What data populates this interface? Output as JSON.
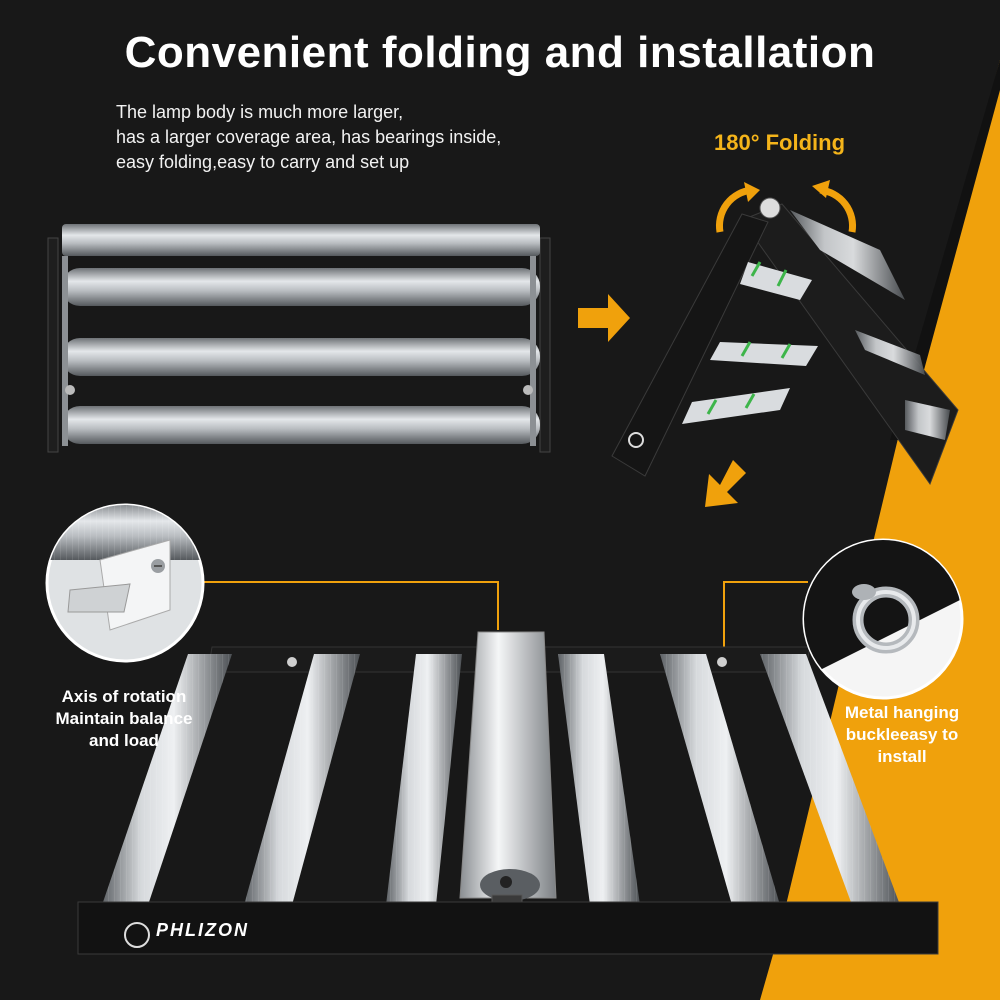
{
  "title": "Convenient folding and installation",
  "description": [
    "The lamp body is much more larger,",
    "has a larger coverage area, has bearings inside,",
    "easy folding,easy to carry and set up"
  ],
  "folding_label": "180° Folding",
  "callout_left": [
    "Axis of rotation",
    "Maintain balance",
    "and load"
  ],
  "callout_right": [
    "Metal hanging",
    "buckleeasy to",
    "install"
  ],
  "brand": "PHLIZON",
  "colors": {
    "background": "#181818",
    "accent_orange": "#f0a10c",
    "callout_line": "#f0a10c",
    "text": "#ffffff"
  }
}
